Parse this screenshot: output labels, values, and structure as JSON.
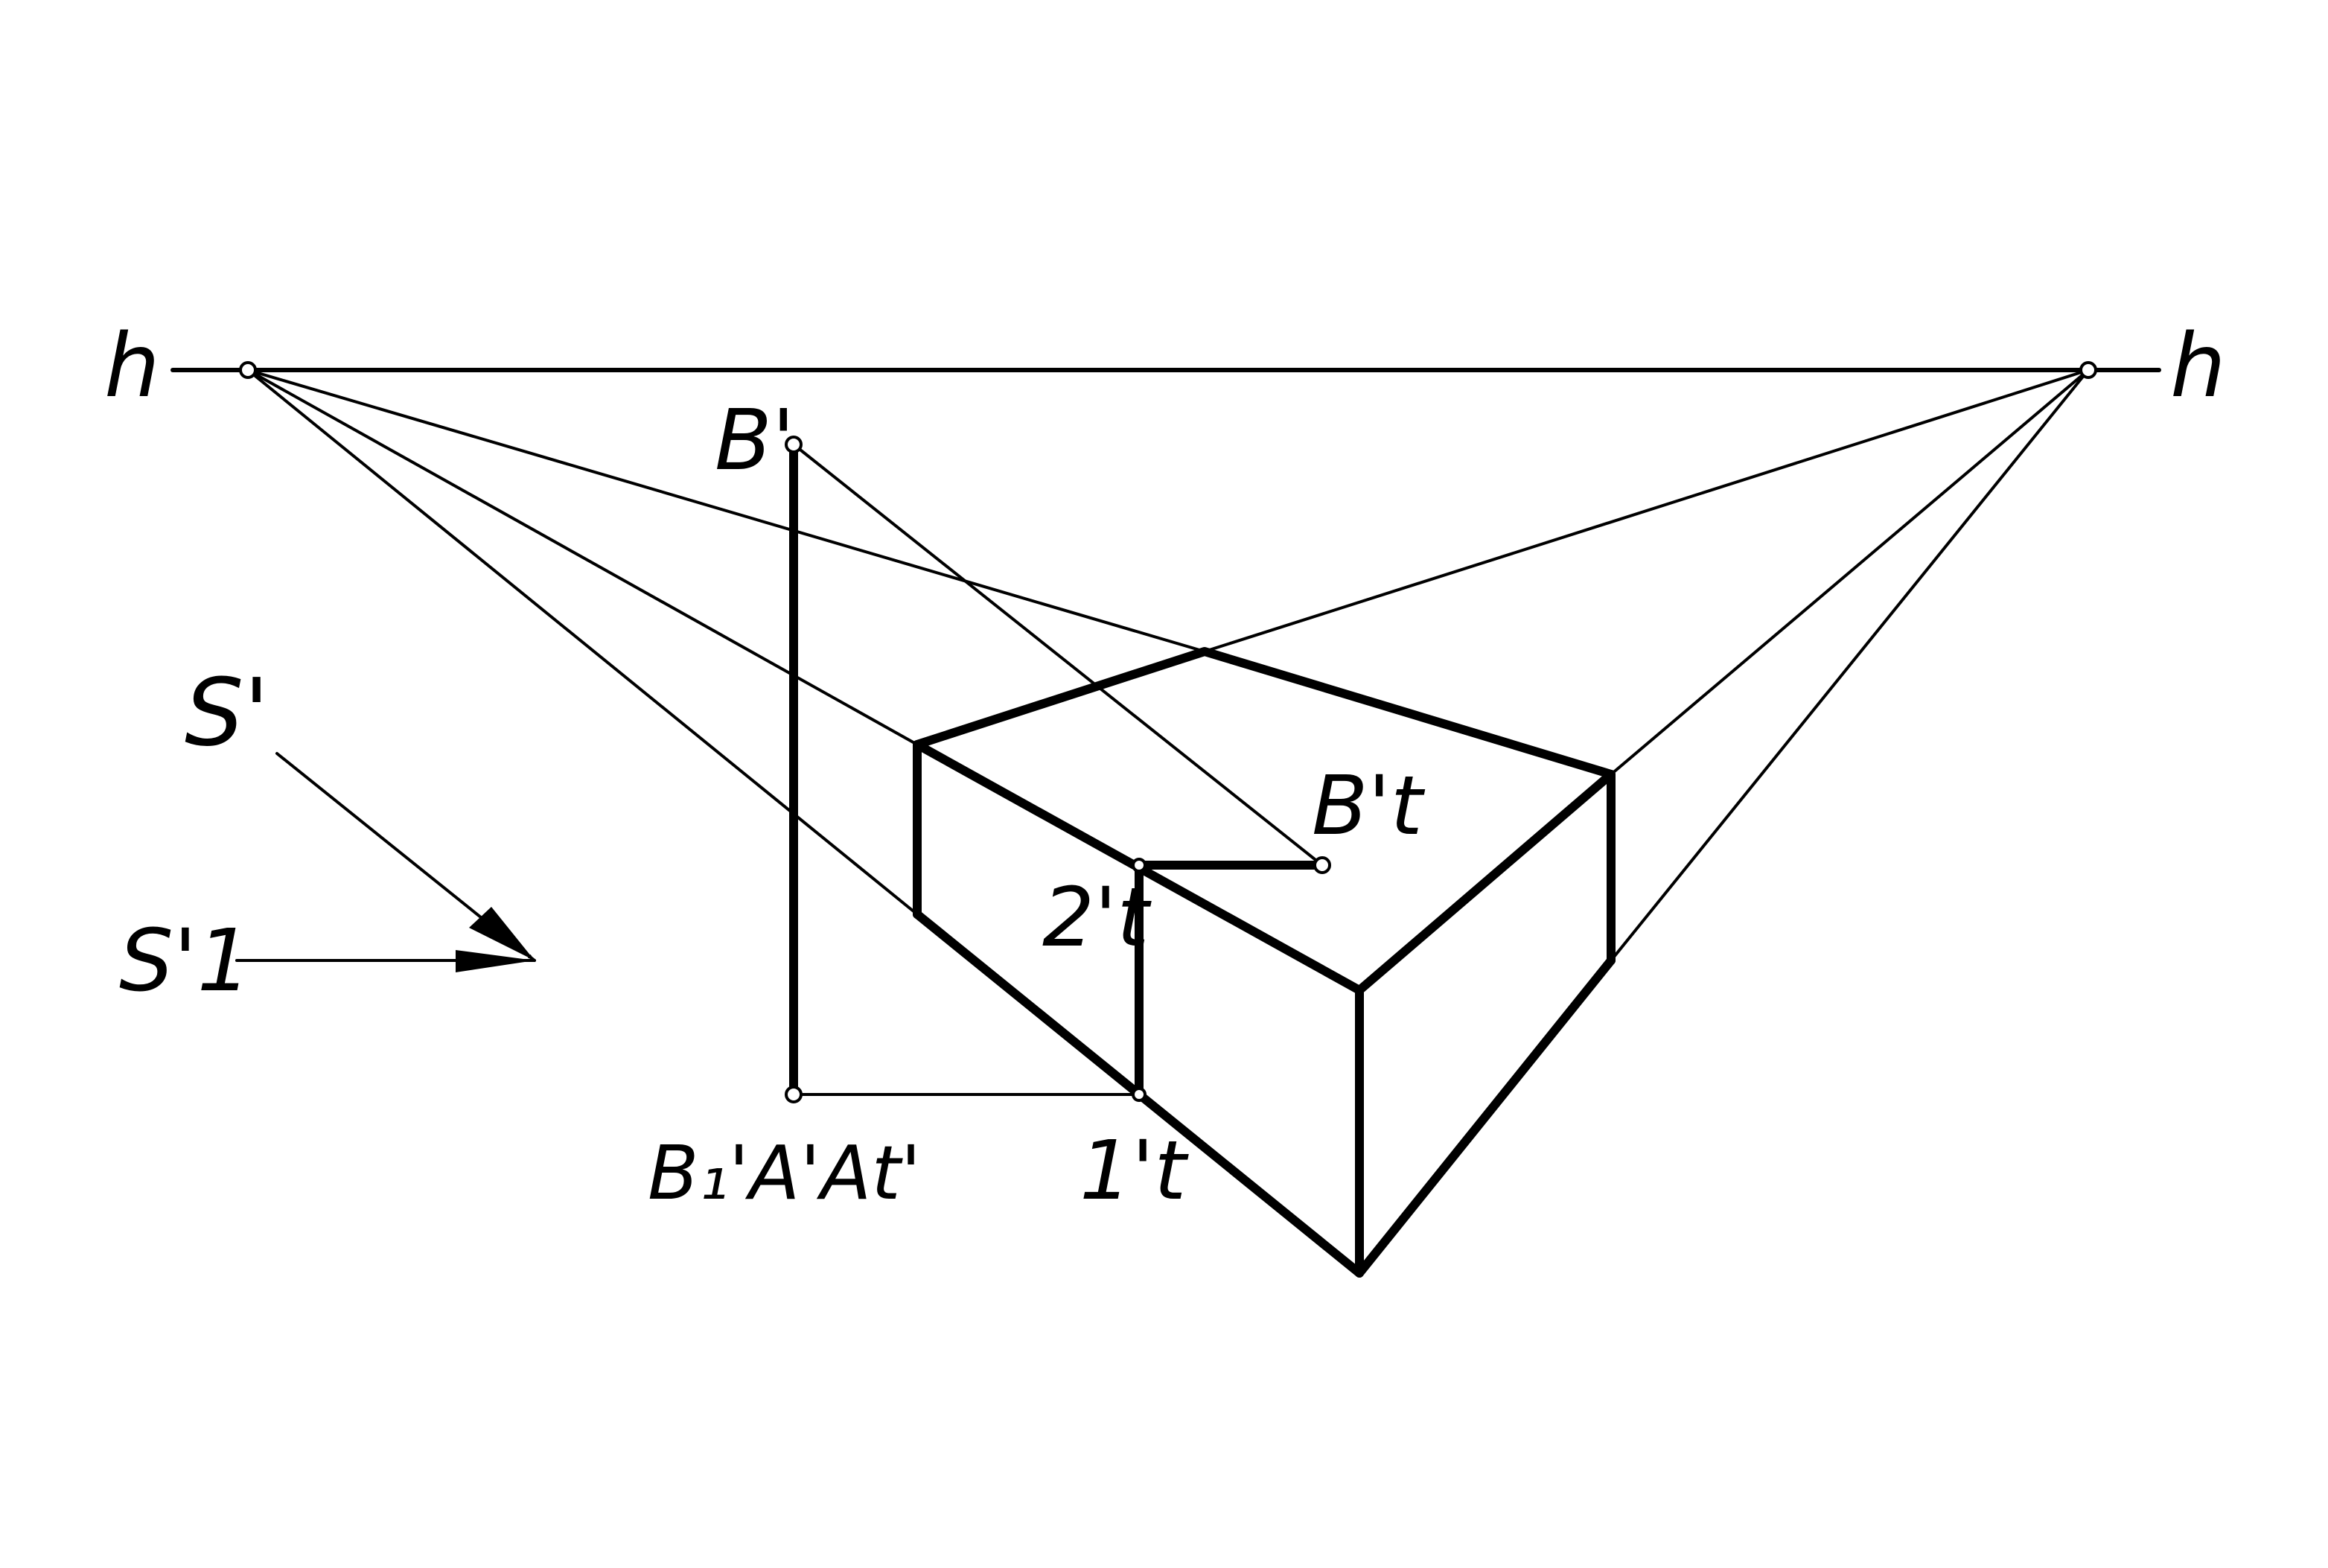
{
  "labels": {
    "horizon_left": "h",
    "horizon_right": "h",
    "point_b_prime": "B'",
    "point_bt_prime": "B't",
    "point_2t_prime": "2't",
    "point_1t_prime": "1't",
    "point_b1_a_at": "B₁'A'At'",
    "light_s_prime": "S'",
    "light_s1_prime": "S'1"
  },
  "colors": {
    "ink": "#000000",
    "background": "#ffffff"
  }
}
